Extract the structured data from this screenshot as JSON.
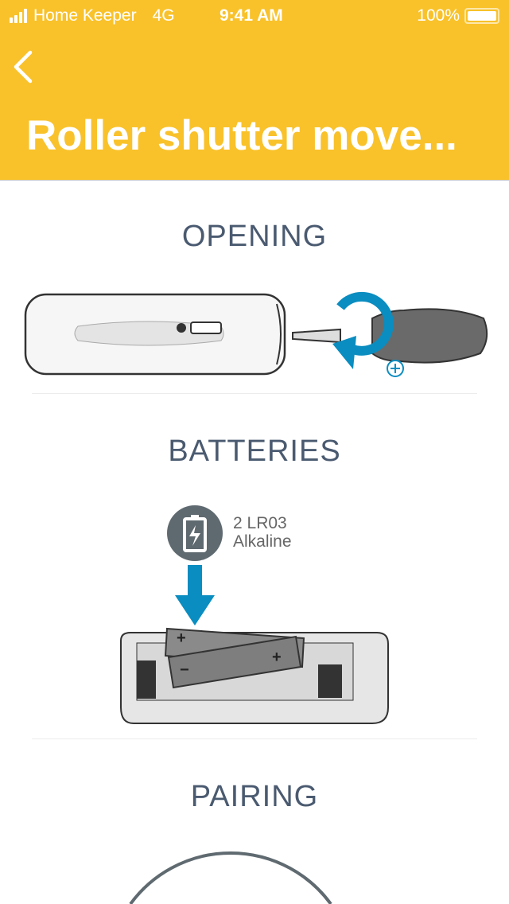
{
  "status_bar": {
    "carrier": "Home Keeper",
    "network": "4G",
    "time": "9:41 AM",
    "battery": "100%"
  },
  "header": {
    "title": "Roller shutter move...",
    "bg_color": "#F9C22B"
  },
  "sections": [
    {
      "title": "OPENING"
    },
    {
      "title": "BATTERIES",
      "battery_type": "2 LR03",
      "battery_chem": "Alkaline"
    },
    {
      "title": "PAIRING"
    }
  ],
  "colors": {
    "heading": "#4A5A70",
    "accent_blue": "#0A8DC0"
  }
}
